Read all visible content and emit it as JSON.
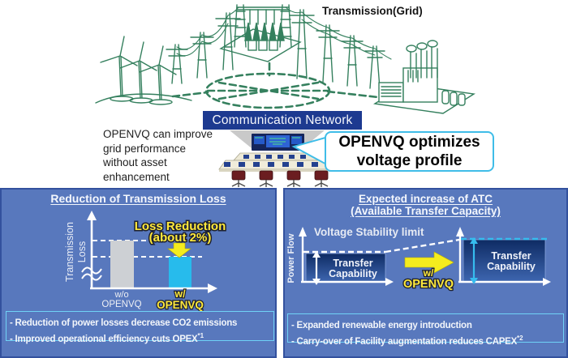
{
  "top": {
    "transmission_grid_label": "Transmission(Grid)",
    "communication_network_label": "Communication Network",
    "note_lines": [
      "OPENVQ can improve",
      "grid performance",
      "without asset",
      "enhancement"
    ],
    "callout_lines": [
      "OPENVQ optimizes",
      "voltage profile"
    ]
  },
  "left_panel": {
    "title": "Reduction of Transmission Loss",
    "y_axis_label_lines": [
      "Transmission",
      "Loss"
    ],
    "loss_callout_lines": [
      "Loss Reduction",
      "(about 2%)"
    ],
    "bar_without_label_lines": [
      "w/o",
      "OPENVQ"
    ],
    "bar_with_label_lines": [
      "w/",
      "OPENVQ"
    ],
    "bullets": [
      {
        "text": "- Reduction of power losses decrease CO2 emissions",
        "sup": ""
      },
      {
        "text": "- Improved operational efficiency cuts OPEX",
        "sup": "*1"
      }
    ]
  },
  "right_panel": {
    "title_lines": [
      "Expected increase of ATC",
      "(Available Transfer Capacity)"
    ],
    "stability_label": "Voltage Stability limit",
    "y_axis_label": "Power Flow",
    "transfer_box_label_lines": [
      "Transfer",
      "Capability"
    ],
    "arrow_label_lines": [
      "w/",
      "OPENVQ"
    ],
    "bullets": [
      {
        "text": "- Expanded renewable energy introduction",
        "sup": ""
      },
      {
        "text": "- Carry-over of Facility augmentation reduces CAPEX",
        "sup": "*2"
      }
    ]
  },
  "colors": {
    "panel_blue": "#5878bd",
    "banner_blue": "#1d3a90",
    "callout_border_cyan": "#3fbde8",
    "illustration_green": "#35805e",
    "bar_gray": "#cdd0d4",
    "bar_cyan": "#27bbec",
    "highlight_yellow": "#f4ec1e",
    "outlined_text_yellow": "#ffe93c",
    "bullet_border_cyan": "#6fd2f6"
  }
}
